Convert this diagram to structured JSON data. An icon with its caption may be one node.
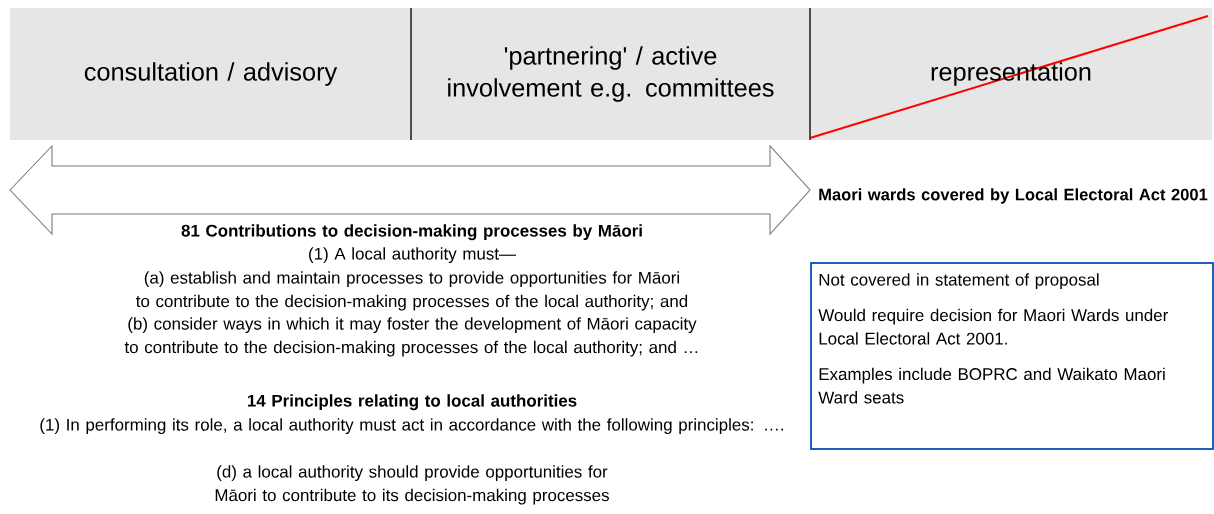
{
  "diagram": {
    "nodes": [
      {
        "text": [
          "consultation / advisory"
        ]
      },
      {
        "text": [
          "'partnering' / active involvement e.g. committees"
        ]
      },
      {
        "text": [
          "representation"
        ]
      },
      {
        "text": [
          "Maori wards covered by Local Electoral Act 2001",
          "Not covered in statement of proposal",
          "Would require decision for Maori Wards under Local Electoral Act 2001.",
          "Examples include BOPRC and Waikato Maori Ward seats"
        ]
      }
    ],
    "labels": [
      "81 Contributions to decision-making processes by Māori",
      "(1) A local authority must—",
      "(a) establish and maintain processes to provide opportunities for Māori to contribute to the decision-making processes of the local authority; and",
      "(b) consider ways in which it may foster the development of Māori capacity to contribute to the decision-making processes of the local authority; and …",
      "14 Principles relating to local authorities",
      "(1) In performing its role, a local authority must act in accordance with the following principles: ….",
      "(d) a local authority should provide opportunities for Māori to contribute to its decision-making processes"
    ]
  }
}
